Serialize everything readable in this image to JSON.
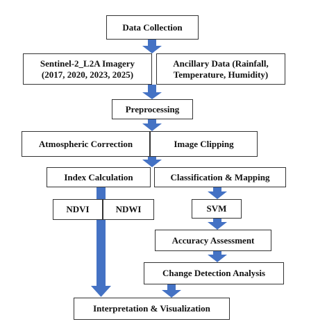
{
  "diagram": {
    "data_collection": "Data Collection",
    "sentinel": {
      "line1": "Sentinel-2_L2A Imagery",
      "line2": "(2017, 2020, 2023, 2025)"
    },
    "ancillary": {
      "line1": "Ancillary Data (Rainfall,",
      "line2": "Temperature, Humidity)"
    },
    "preprocessing": "Preprocessing",
    "atmospheric_correction": "Atmospheric Correction",
    "image_clipping": "Image Clipping",
    "index_calculation": "Index Calculation",
    "classification_mapping": "Classification & Mapping",
    "ndvi": "NDVI",
    "ndwi": "NDWI",
    "svm": "SVM",
    "accuracy_assessment": "Accuracy Assessment",
    "change_detection": "Change Detection Analysis",
    "interpretation": "Interpretation & Visualization"
  },
  "colors": {
    "arrow": "#4472C4",
    "border": "#333333"
  }
}
